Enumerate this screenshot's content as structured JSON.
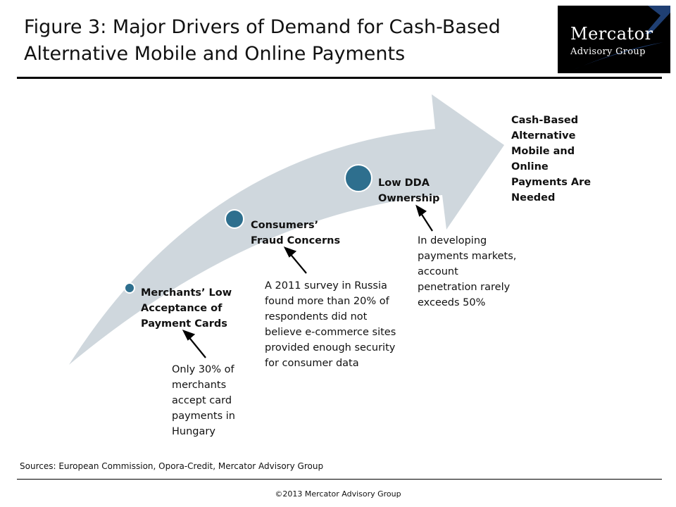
{
  "title": {
    "line1": "Figure 3: Major Drivers of Demand for Cash-Based",
    "line2": "Alternative Mobile and Online Payments"
  },
  "logo": {
    "line1": "Mercator",
    "line2": "Advisory Group",
    "background": "#000000",
    "accent": "#1f3f73"
  },
  "arrow": {
    "color": "#cfd7dd"
  },
  "drivers": [
    {
      "label_lines": [
        "Merchants’ Low",
        "Acceptance of",
        "Payment Cards"
      ],
      "note_lines": [
        "Only 30% of",
        "merchants",
        "accept card",
        "payments in",
        "Hungary"
      ],
      "marker_color": "#2e6f8e",
      "marker_size": "small"
    },
    {
      "label_lines": [
        "Consumers’",
        "Fraud Concerns"
      ],
      "note_lines": [
        "A 2011 survey in Russia",
        "found more than 20% of",
        "respondents did not",
        "believe e-commerce sites",
        "provided enough security",
        "for consumer data"
      ],
      "marker_color": "#2e6f8e",
      "marker_size": "medium"
    },
    {
      "label_lines": [
        "Low DDA",
        "Ownership"
      ],
      "note_lines": [
        "In developing",
        "payments markets,",
        "account",
        "penetration rarely",
        "exceeds 50%"
      ],
      "marker_color": "#2e6f8e",
      "marker_size": "large"
    }
  ],
  "outcome": {
    "label_lines": [
      "Cash-Based",
      "Alternative",
      "Mobile and",
      "Online",
      "Payments  Are",
      "Needed"
    ]
  },
  "sources": "Sources: European Commission, Opora-Credit, Mercator Advisory Group",
  "copyright": "©2013 Mercator Advisory Group"
}
